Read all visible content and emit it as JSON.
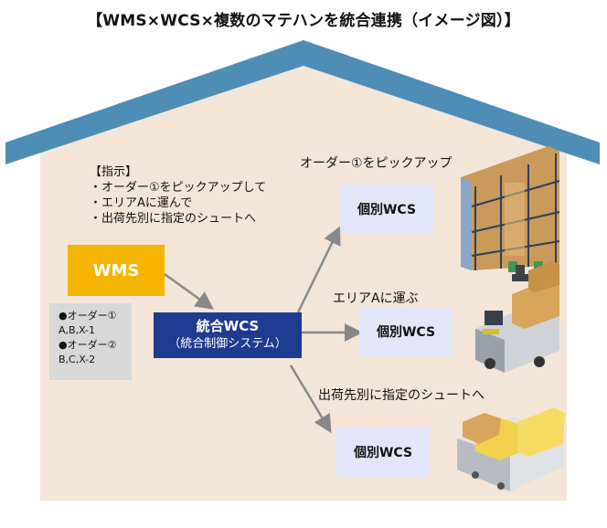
{
  "title": "【WMS×WCS×複数のマテハンを統合連携（イメージ図）】",
  "wms": {
    "label": "WMS"
  },
  "integrated": {
    "line1": "統合WCS",
    "line2": "（統合制御システム）"
  },
  "instruction": {
    "heading": "【指示】",
    "lines": [
      "・オーダー①をピックアップして",
      "・エリアAに運んで",
      "・出荷先別に指定のシュートへ"
    ]
  },
  "orders": {
    "lines": [
      "●オーダー①",
      "A,B,X-1",
      "●オーダー②",
      "B,C,X-2"
    ]
  },
  "wcs_label": "個別WCS",
  "branch_labels": [
    "オーダー①をピックアップ",
    "エリアAに運ぶ",
    "出荷先別に指定のシュートへ"
  ],
  "colors": {
    "house": "#f3e6d8",
    "roof": "#4d8db6",
    "wms": "#f4b400",
    "integrated": "#1f3b8f",
    "wcs": "#e3e6f8",
    "arrow": "#888888",
    "orders_bg": "#d8d8d8"
  },
  "icons": [
    "rack-warehouse-icon",
    "agv-robot-icon",
    "sorter-conveyor-icon"
  ]
}
